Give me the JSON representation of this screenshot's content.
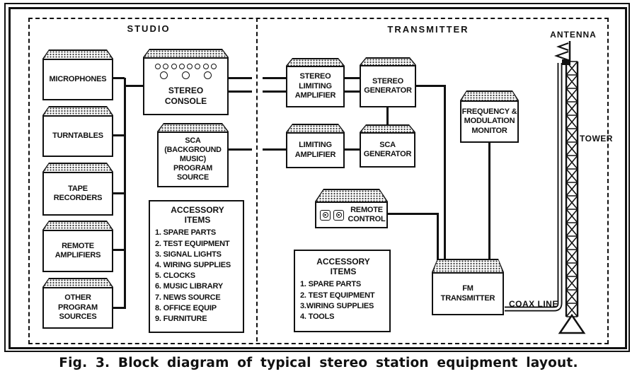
{
  "caption": "Fig. 3. Block diagram of typical stereo station equipment layout.",
  "colors": {
    "ink": "#111111",
    "paper": "#ffffff"
  },
  "sections": {
    "studio": "STUDIO",
    "transmitter": "TRANSMITTER",
    "antenna": "ANTENNA"
  },
  "labels": {
    "tower": "TOWER",
    "coax": "COAX LINE"
  },
  "studio": {
    "sources": [
      "MICROPHONES",
      "TURNTABLES",
      "TAPE\nRECORDERS",
      "REMOTE\nAMPLIFIERS",
      "OTHER\nPROGRAM\nSOURCES"
    ],
    "console_label": "STEREO\nCONSOLE",
    "sca_source_label": "SCA\n(BACKGROUND\nMUSIC)\nPROGRAM\nSOURCE",
    "accessory": {
      "title": "ACCESSORY\nITEMS",
      "items": [
        "1. SPARE PARTS",
        "2. TEST EQUIPMENT",
        "3. SIGNAL LIGHTS",
        "4. WIRING SUPPLIES",
        "5. CLOCKS",
        "6. MUSIC LIBRARY",
        "7. NEWS SOURCE",
        "8. OFFICE EQUIP",
        "9. FURNITURE"
      ]
    }
  },
  "transmitter": {
    "stereo_limiting_amplifier": "STEREO\nLIMITING\nAMPLIFIER",
    "stereo_generator": "STEREO\nGENERATOR",
    "limiting_amplifier": "LIMITING\nAMPLIFIER",
    "sca_generator": "SCA\nGENERATOR",
    "freq_mod_monitor": "FREQUENCY &\nMODULATION\nMONITOR",
    "remote_control": "REMOTE\nCONTROL",
    "fm_transmitter": "FM\nTRANSMITTER",
    "accessory": {
      "title": "ACCESSORY\nITEMS",
      "items": [
        "1. SPARE PARTS",
        "2. TEST EQUIPMENT",
        "3.WIRING SUPPLIES",
        "4. TOOLS"
      ]
    }
  }
}
